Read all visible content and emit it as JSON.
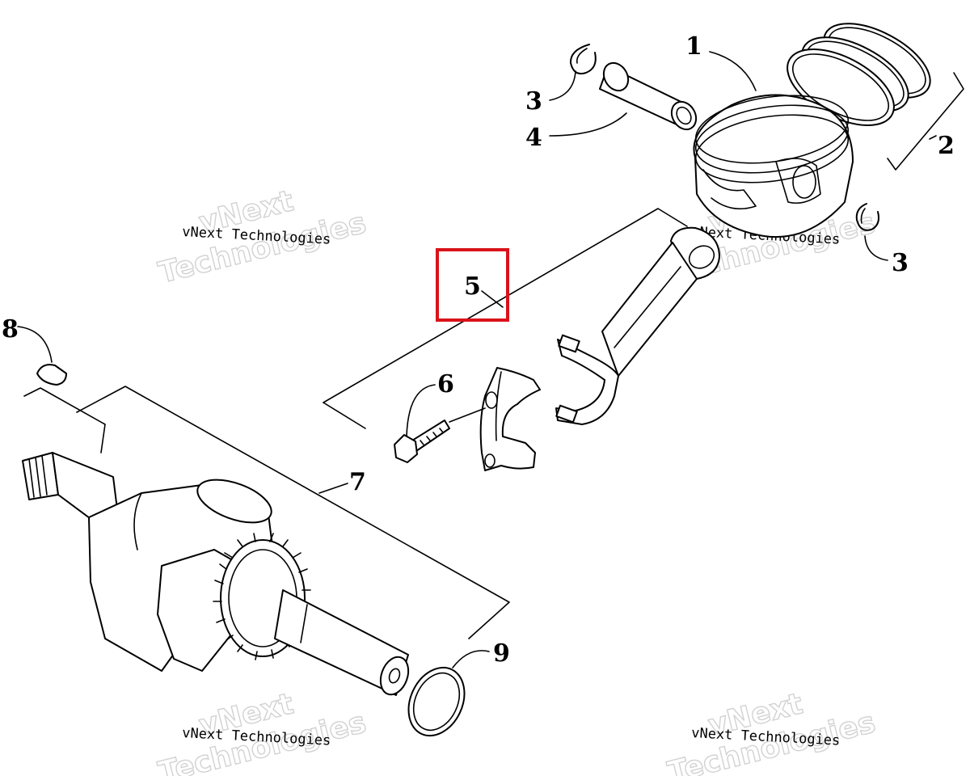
{
  "callouts": {
    "c1": "1",
    "c2": "2",
    "c3a": "3",
    "c3b": "3",
    "c4": "4",
    "c5": "5",
    "c6": "6",
    "c7": "7",
    "c8": "8",
    "c9": "9"
  },
  "watermark": {
    "line_small": "vNext Technologies",
    "big_line1": "vNext",
    "big_line2": "Technologies"
  },
  "highlight": {
    "target": "5",
    "color": "#d9131a"
  }
}
